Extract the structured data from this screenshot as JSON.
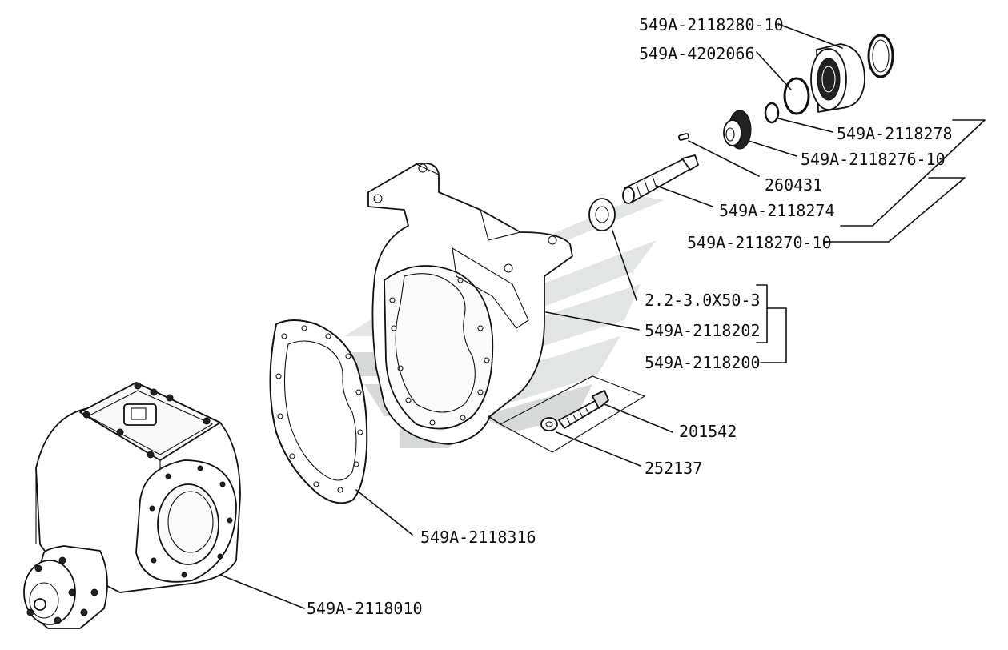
{
  "labels": {
    "l1": "549A-2118280-10",
    "l2": "549A-4202066",
    "l3": "549A-2118278",
    "l4": "549A-2118276-10",
    "l5": "260431",
    "l6": "549A-2118274",
    "l7": "549A-2118270-10",
    "l8": "2.2-3.0X50-3",
    "l9": "549A-2118202",
    "l10": "549A-2118200",
    "l11": "201542",
    "l12": "252137",
    "l13": "549A-2118316",
    "l14": "549A-2118010"
  }
}
